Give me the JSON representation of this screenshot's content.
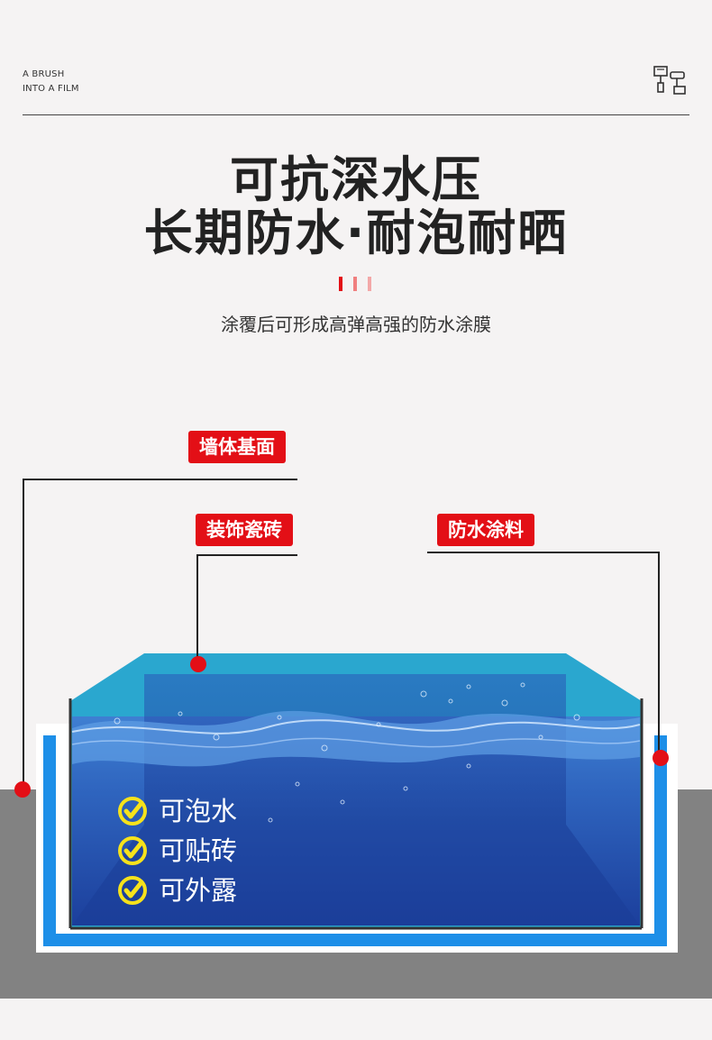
{
  "header": {
    "brand_line1": "A BRUSH",
    "brand_line2": "INTO A FILM",
    "icon": "paint-roller-brush-icon"
  },
  "headline": {
    "line1": "可抗深水压",
    "line2": "长期防水·耐泡耐晒",
    "subtitle": "涂覆后可形成高弹高强的防水涂膜"
  },
  "labels": {
    "wall_base": "墙体基面",
    "decor_tile": "装饰瓷砖",
    "waterproof_coating": "防水涂料"
  },
  "features": [
    {
      "icon": "check-circle-icon",
      "text": "可泡水"
    },
    {
      "icon": "check-circle-icon",
      "text": "可贴砖"
    },
    {
      "icon": "check-circle-icon",
      "text": "可外露"
    }
  ],
  "colors": {
    "accent_red": "#e30f16",
    "check_yellow": "#f6e21b",
    "coating_blue": "#1d8fe8",
    "water_blue": "#1f4fa8",
    "tile_cyan": "#2aa7cf",
    "ground_gray": "#828282"
  }
}
